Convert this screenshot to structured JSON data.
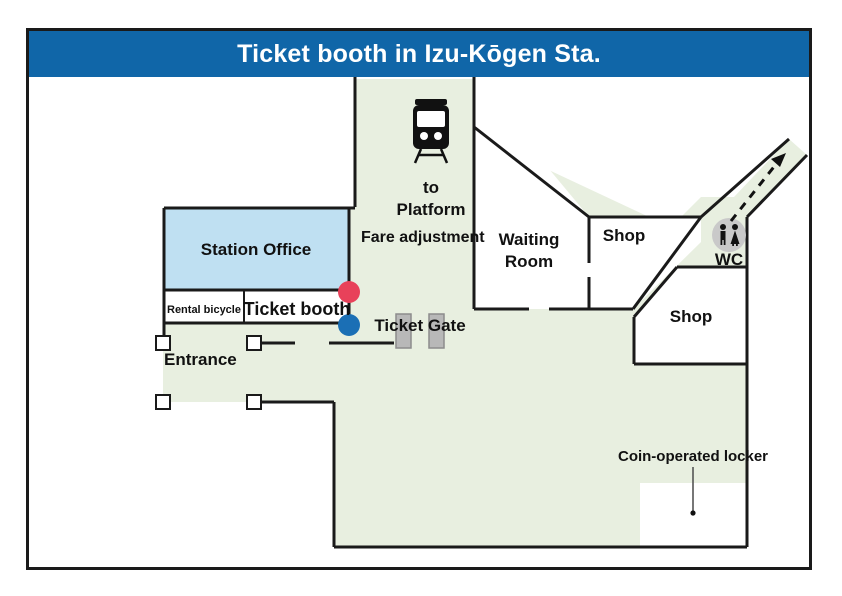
{
  "header": {
    "title": "Ticket booth in Izu-Kōgen Sta."
  },
  "map": {
    "colors": {
      "header_blue": "#1066a8",
      "concourse_green": "#e8efe0",
      "office_blue": "#bfe0f2",
      "room_white": "#ffffff",
      "wall_black": "#1a1a1a",
      "fare_red": "#e8415a",
      "ticket_blue": "#1b6fb5",
      "gate_gray": "#b0b0b0",
      "wc_circle_gray": "#c9c9c9"
    },
    "rooms": [
      {
        "id": "station-office",
        "label": "Station Office",
        "fill": "office_blue"
      },
      {
        "id": "rental-bicycle",
        "label": "Rental bicycle",
        "fill": "room_white"
      },
      {
        "id": "ticket-booth",
        "label": "Ticket booth",
        "fill": "room_white"
      },
      {
        "id": "waiting-room",
        "label": "Waiting Room",
        "fill": "room_white"
      },
      {
        "id": "shop-upper",
        "label": "Shop",
        "fill": "room_white"
      },
      {
        "id": "shop-lower",
        "label": "Shop",
        "fill": "room_white"
      },
      {
        "id": "coin-locker",
        "label": "Coin-operated locker",
        "fill": "room_white"
      }
    ],
    "labels": {
      "station_office": "Station Office",
      "rental_bicycle": "Rental bicycle",
      "ticket_booth": "Ticket booth",
      "fare_adjustment": "Fare adjustment",
      "ticket_gate": "Ticket Gate",
      "to_platform_line1": "to",
      "to_platform_line2": "Platform",
      "waiting_room_line1": "Waiting",
      "waiting_room_line2": "Room",
      "shop_upper": "Shop",
      "shop_lower": "Shop",
      "wc": "WC",
      "entrance": "Entrance",
      "coin_locker": "Coin-operated locker"
    },
    "icons": {
      "train": "train-icon",
      "restroom": "restroom-icon",
      "direction_arrow": "dashed-arrow-icon",
      "fare_marker": "fare-adjustment-marker",
      "booth_marker": "ticket-booth-marker",
      "gate_post_left": "gate-post-icon",
      "gate_post_right": "gate-post-icon",
      "locker_pointer": "locker-leader-line"
    },
    "markers": [
      {
        "name": "fare-adjustment-marker",
        "color": "#e8415a",
        "label": "Fare adjustment"
      },
      {
        "name": "ticket-booth-marker",
        "color": "#1b6fb5",
        "label": "Ticket booth"
      }
    ],
    "doors": [
      {
        "name": "entrance-door-upper-left"
      },
      {
        "name": "entrance-door-upper-right"
      },
      {
        "name": "entrance-door-lower-left"
      },
      {
        "name": "entrance-door-lower-right"
      }
    ]
  }
}
